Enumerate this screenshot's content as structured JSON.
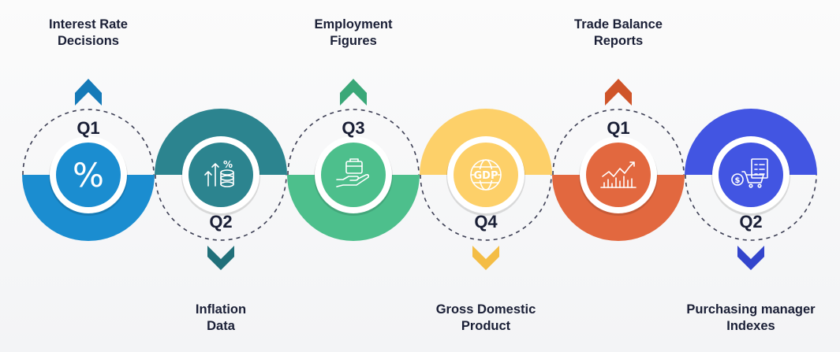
{
  "steps": [
    {
      "quarter": "Q1",
      "title": "Interest Rate\nDecisions",
      "color": "#1b8dd0",
      "dark": "#157ab8",
      "icon": "percent-icon",
      "position": "top"
    },
    {
      "quarter": "Q2",
      "title": "Inflation\nData",
      "color": "#2c848f",
      "dark": "#21707a",
      "icon": "inflation-chart-icon",
      "position": "bottom"
    },
    {
      "quarter": "Q3",
      "title": "Employment\nFigures",
      "color": "#4dbf8c",
      "dark": "#3aa878",
      "icon": "hand-briefcase-icon",
      "position": "top"
    },
    {
      "quarter": "Q4",
      "title": "Gross Domestic\nProduct",
      "color": "#fdd069",
      "dark": "#f4bd45",
      "icon": "gdp-globe-icon",
      "position": "bottom"
    },
    {
      "quarter": "Q1",
      "title": "Trade Balance\nReports",
      "color": "#e2683f",
      "dark": "#cf5429",
      "icon": "trade-chart-icon",
      "position": "top"
    },
    {
      "quarter": "Q2",
      "title": "Purchasing manager\nIndexes",
      "color": "#4255e2",
      "dark": "#3345cc",
      "icon": "shopping-cart-icon",
      "position": "bottom"
    }
  ],
  "icons": {
    "gdp_text": "GDP",
    "percent_text": "%"
  }
}
